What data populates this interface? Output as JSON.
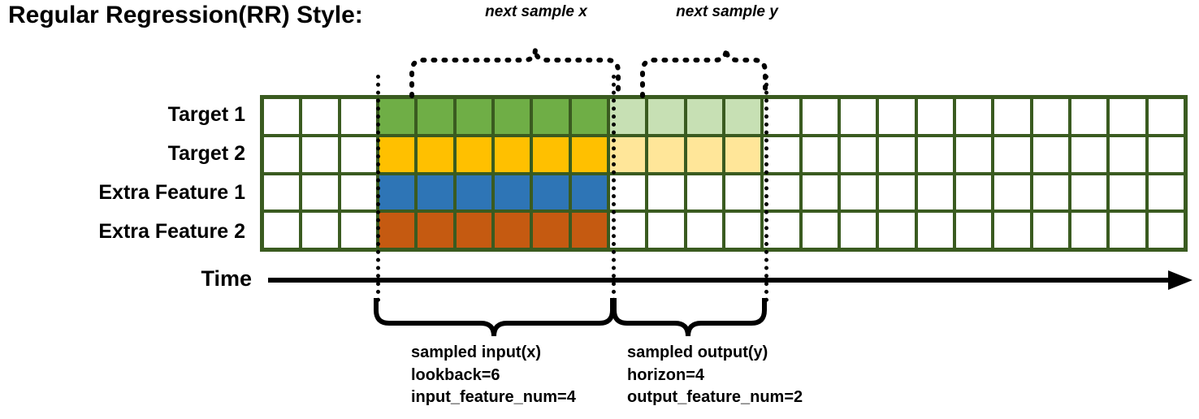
{
  "title": "Regular Regression(RR) Style:",
  "annotations": {
    "next_sample_x": "next sample x",
    "next_sample_y": "next sample y"
  },
  "rows": [
    {
      "label": "Target 1",
      "color_key": "dark_green"
    },
    {
      "label": "Target 2",
      "color_key": "gold"
    },
    {
      "label": "Extra Feature 1",
      "color_key": "blue"
    },
    {
      "label": "Extra Feature 2",
      "color_key": "orange"
    }
  ],
  "axis": {
    "label": "Time"
  },
  "grid": {
    "columns": 24,
    "lookback_start_col": 3,
    "lookback_cols": 6,
    "horizon_cols": 4,
    "cells": [
      [
        "#ffffff",
        "#ffffff",
        "#ffffff",
        "#6FAE46",
        "#6FAE46",
        "#6FAE46",
        "#6FAE46",
        "#6FAE46",
        "#6FAE46",
        "#C7E0B4",
        "#C7E0B4",
        "#C7E0B4",
        "#C7E0B4",
        "#ffffff",
        "#ffffff",
        "#ffffff",
        "#ffffff",
        "#ffffff",
        "#ffffff",
        "#ffffff",
        "#ffffff",
        "#ffffff",
        "#ffffff",
        "#ffffff"
      ],
      [
        "#ffffff",
        "#ffffff",
        "#ffffff",
        "#FFC000",
        "#FFC000",
        "#FFC000",
        "#FFC000",
        "#FFC000",
        "#FFC000",
        "#FFE699",
        "#FFE699",
        "#FFE699",
        "#FFE699",
        "#ffffff",
        "#ffffff",
        "#ffffff",
        "#ffffff",
        "#ffffff",
        "#ffffff",
        "#ffffff",
        "#ffffff",
        "#ffffff",
        "#ffffff",
        "#ffffff"
      ],
      [
        "#ffffff",
        "#ffffff",
        "#ffffff",
        "#2E75B6",
        "#2E75B6",
        "#2E75B6",
        "#2E75B6",
        "#2E75B6",
        "#2E75B6",
        "#ffffff",
        "#ffffff",
        "#ffffff",
        "#ffffff",
        "#ffffff",
        "#ffffff",
        "#ffffff",
        "#ffffff",
        "#ffffff",
        "#ffffff",
        "#ffffff",
        "#ffffff",
        "#ffffff",
        "#ffffff",
        "#ffffff"
      ],
      [
        "#ffffff",
        "#ffffff",
        "#ffffff",
        "#C55A11",
        "#C55A11",
        "#C55A11",
        "#C55A11",
        "#C55A11",
        "#C55A11",
        "#ffffff",
        "#ffffff",
        "#ffffff",
        "#ffffff",
        "#ffffff",
        "#ffffff",
        "#ffffff",
        "#ffffff",
        "#ffffff",
        "#ffffff",
        "#ffffff",
        "#ffffff",
        "#ffffff",
        "#ffffff",
        "#ffffff"
      ]
    ]
  },
  "captions": {
    "input": "sampled input(x)\nlookback=6\ninput_feature_num=4",
    "output": "sampled output(y)\nhorizon=4\noutput_feature_num=2"
  },
  "colors": {
    "grid_border": "#3A5B20",
    "dark_green": "#6FAE46",
    "light_green": "#C7E0B4",
    "gold": "#FFC000",
    "light_gold": "#FFE699",
    "blue": "#2E75B6",
    "orange": "#C55A11",
    "line": "#000000"
  }
}
